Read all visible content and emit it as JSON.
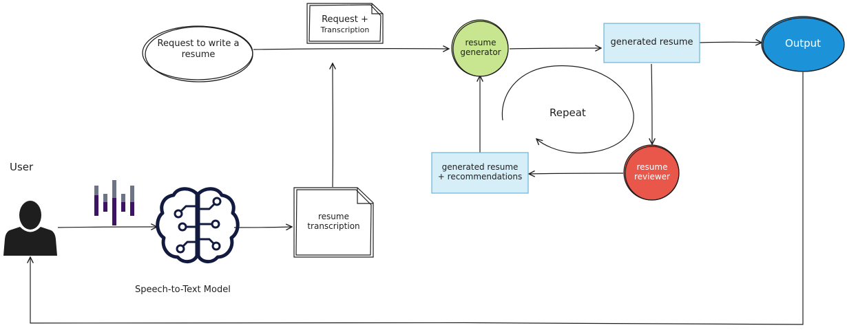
{
  "labels": {
    "user": "User",
    "speech_model": "Speech-to-Text Model",
    "request_node_line1": "Request to write a",
    "request_node_line2": "resume",
    "doc_top_line1": "Request +",
    "doc_top_line2": "Transcription",
    "resume_generator_line1": "resume",
    "resume_generator_line2": "generator",
    "generated_resume": "generated resume",
    "output": "Output",
    "repeat": "Repeat",
    "recommendations_line1": "generated resume",
    "recommendations_line2": "+ recommendations",
    "resume_reviewer_line1": "resume",
    "resume_reviewer_line2": "reviewer",
    "transcription_doc_line1": "resume",
    "transcription_doc_line2": "transcription"
  },
  "icons": {
    "user": "person-silhouette-icon",
    "audio": "audio-waveform-icon",
    "model": "brain-circuit-icon"
  },
  "colors": {
    "stroke": "#1e1e1e",
    "generator_fill": "#c8e58f",
    "box_fill": "#d5eef8",
    "box_stroke": "#6ab3d5",
    "output_fill": "#1c92d9",
    "reviewer_fill": "#e9574a",
    "icon_navy": "#121a3f",
    "wave_purple": "#3c1463",
    "wave_gray": "#6c7486"
  }
}
